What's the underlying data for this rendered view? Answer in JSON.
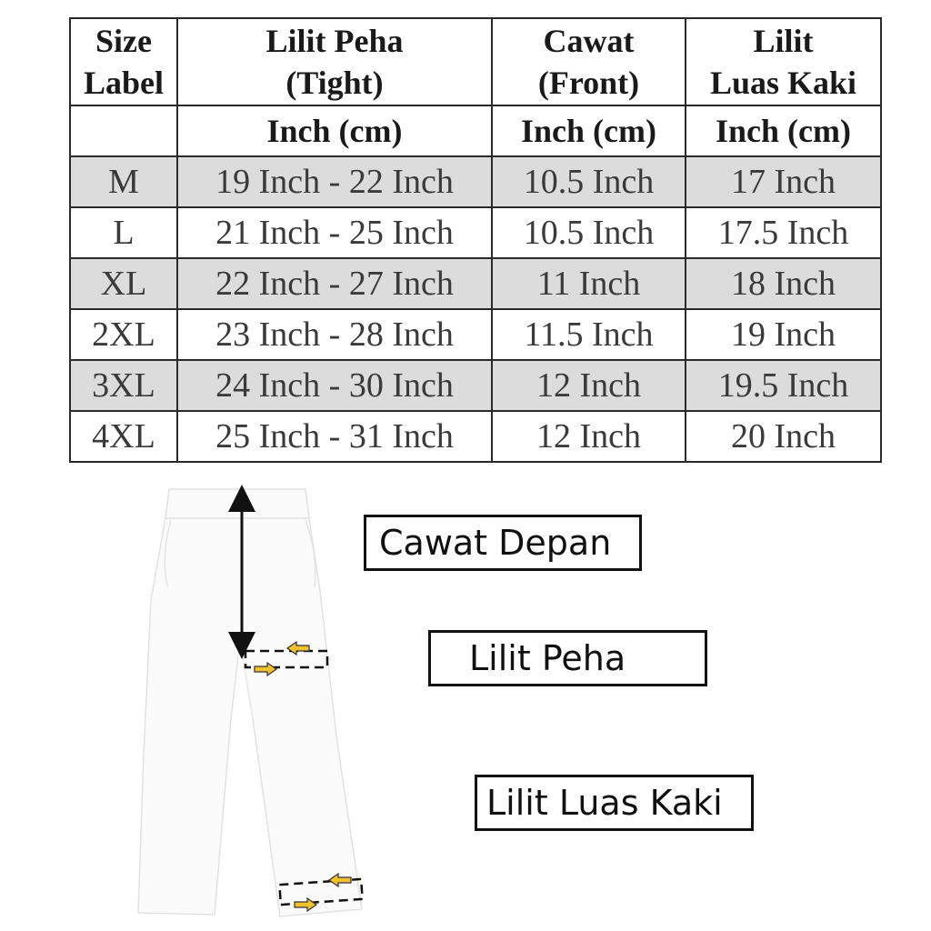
{
  "table": {
    "headers": [
      [
        "Size",
        "Label"
      ],
      [
        "Lilit Peha",
        "(Tight)"
      ],
      [
        "Cawat",
        "(Front)"
      ],
      [
        "Lilit",
        "Luas Kaki"
      ]
    ],
    "units": [
      "",
      "Inch (cm)",
      "Inch (cm)",
      "Inch (cm)"
    ],
    "rows": [
      {
        "size": "M",
        "peha": "19 Inch - 22 Inch",
        "cawat": "10.5 Inch",
        "kaki": "17 Inch"
      },
      {
        "size": "L",
        "peha": "21 Inch - 25 Inch",
        "cawat": "10.5 Inch",
        "kaki": "17.5 Inch"
      },
      {
        "size": "XL",
        "peha": "22 Inch - 27 Inch",
        "cawat": "11 Inch",
        "kaki": "18 Inch"
      },
      {
        "size": "2XL",
        "peha": "23 Inch - 28 Inch",
        "cawat": "11.5 Inch",
        "kaki": "19 Inch"
      },
      {
        "size": "3XL",
        "peha": "24 Inch - 30 Inch",
        "cawat": "12 Inch",
        "kaki": "19.5 Inch"
      },
      {
        "size": "4XL",
        "peha": "25 Inch - 31 Inch",
        "cawat": "12 Inch",
        "kaki": "20 Inch"
      }
    ]
  },
  "labels": {
    "cawat_depan": "Cawat Depan",
    "lilit_peha": "Lilit Peha",
    "lilit_luas_kaki": "Lilit Luas Kaki"
  },
  "colors": {
    "shaded_row": "#dcdcdc",
    "arrow_fill": "#f2c12e",
    "pants_fill": "#fbfbfb"
  },
  "icons": [
    "pants-illustration",
    "double-arrow-icon",
    "left-arrow-icon",
    "right-arrow-icon"
  ]
}
